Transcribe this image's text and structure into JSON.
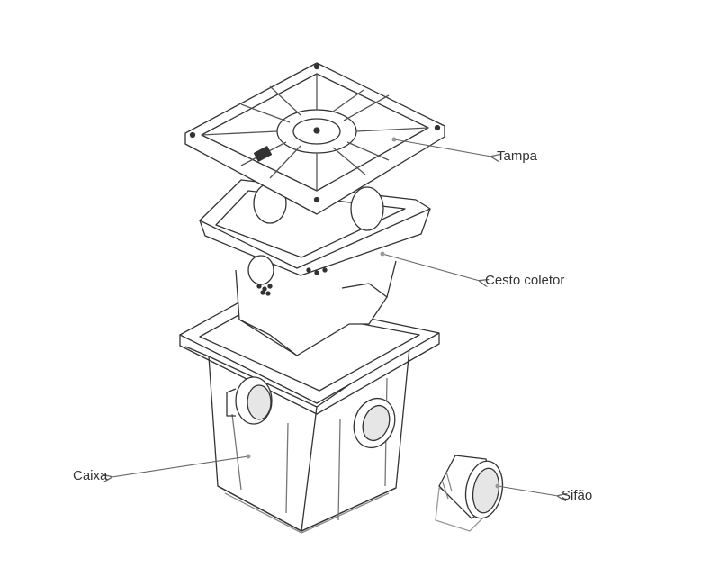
{
  "labels": {
    "tampa": "Tampa",
    "cesto_coletor": "Cesto coletor",
    "caixa": "Caixa",
    "sifao": "Sifão"
  },
  "colors": {
    "line": "#333333",
    "fill": "#ffffff",
    "shade": "#e6e6e6",
    "arrow": "#666666"
  }
}
